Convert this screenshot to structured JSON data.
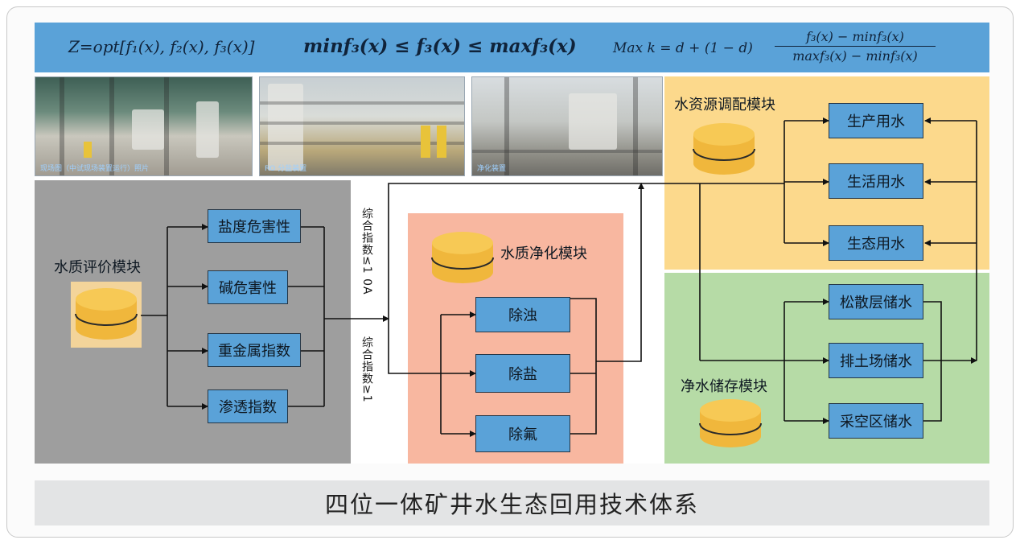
{
  "formulas": {
    "objective": "Z=opt[f₁(x), f₂(x), f₃(x)]",
    "constraint": "minf₃(x) ≤ f₃(x) ≤ maxf₃(x)",
    "max_lead": "Max k = d + (1 − d)",
    "max_numerator": "f₃(x) − minf₃(x)",
    "max_denominator": "maxf₃(x) − minf₃(x)"
  },
  "photos": {
    "p1_caption": "现场图（中试现场装置运行）照片",
    "p2_caption": "RO 分盐装置",
    "p3_caption": "净化装置"
  },
  "modules": {
    "evaluation": {
      "title": "水质评价模块",
      "items": [
        "盐度危害性",
        "碱危害性",
        "重金属指数",
        "渗透指数"
      ]
    },
    "conditions": {
      "upper": "综合指数≤1 0A",
      "lower": "综合指数≥1"
    },
    "purification": {
      "title": "水质净化模块",
      "items": [
        "除浊",
        "除盐",
        "除氟"
      ]
    },
    "allocation": {
      "title": "水资源调配模块",
      "items": [
        "生产用水",
        "生活用水",
        "生态用水"
      ]
    },
    "storage": {
      "title": "净水储存模块",
      "items": [
        "松散层储水",
        "排土场储水",
        "采空区储水"
      ]
    }
  },
  "caption": "四位一体矿井水生态回用技术体系",
  "colors": {
    "formula_bar": "#5aa2d8",
    "box_fill": "#5aa2d8",
    "gray_panel": "#9e9e9e",
    "salmon_panel": "#f8b7a0",
    "yellow_panel": "#fcd98c",
    "green_panel": "#b6dba6",
    "cylinder": "#f6c34a"
  }
}
